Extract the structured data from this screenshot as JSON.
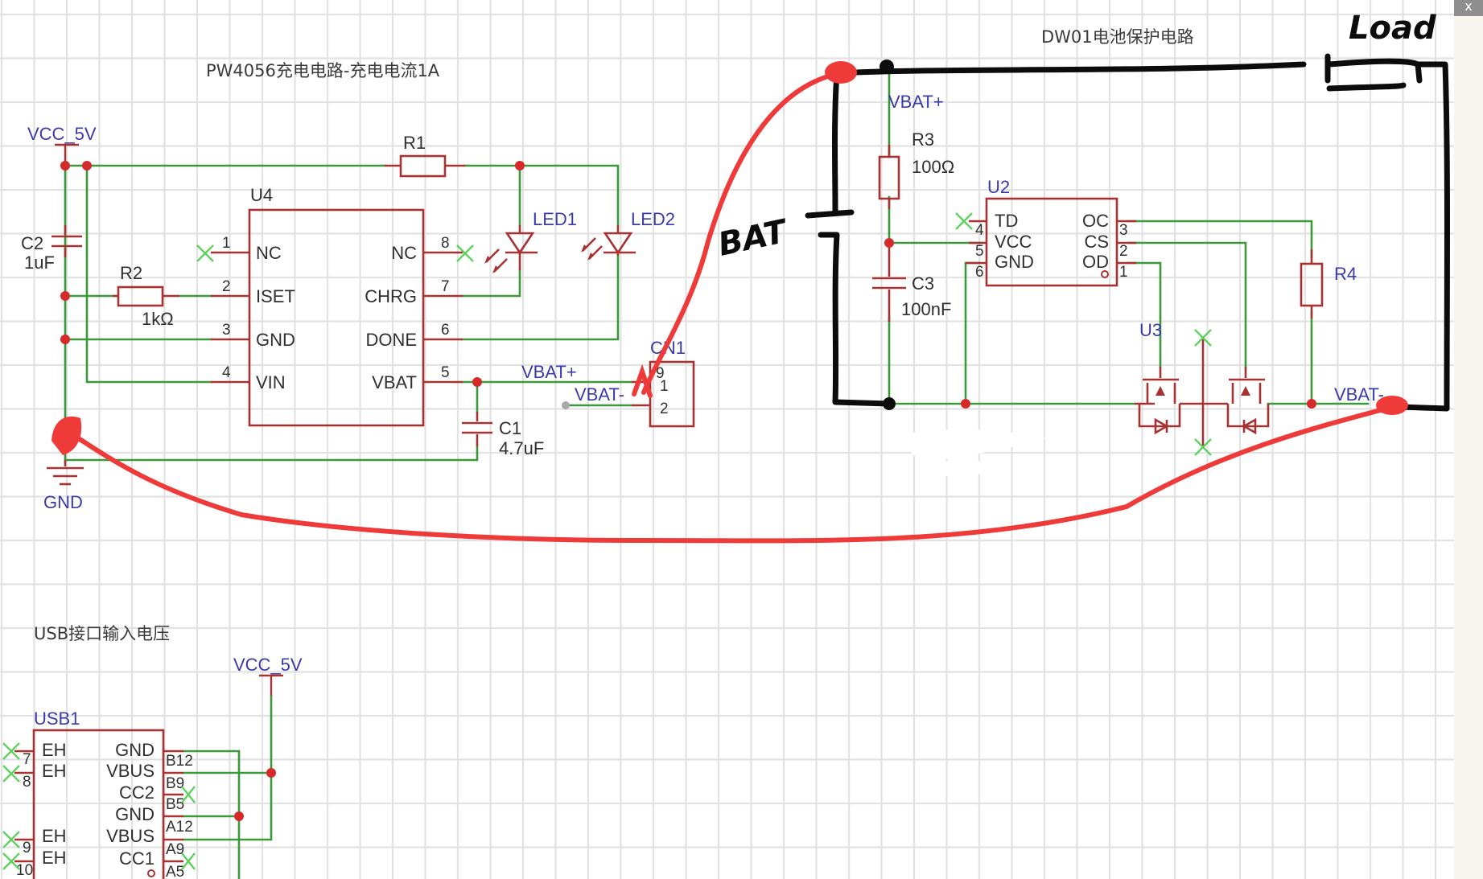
{
  "window": {
    "close_label": "x"
  },
  "sections": {
    "charger_title": "PW4056充电电路-充电电流1A",
    "protection_title": "DW01电池保护电路",
    "usb_title": "USB接口输入电压"
  },
  "nets": {
    "vcc_top": "VCC_5V",
    "vcc_usb": "VCC_5V",
    "gnd": "GND",
    "vbat_plus_left": "VBAT+",
    "vbat_minus_left": "VBAT-",
    "vbat_plus_right": "VBAT+",
    "vbat_minus_right": "VBAT-"
  },
  "components": {
    "C2": {
      "ref": "C2",
      "value": "1uF"
    },
    "R1": {
      "ref": "R1"
    },
    "R2": {
      "ref": "R2",
      "value": "1kΩ"
    },
    "U4": {
      "ref": "U4",
      "left_pins": [
        {
          "num": "1",
          "name": "NC"
        },
        {
          "num": "2",
          "name": "ISET"
        },
        {
          "num": "3",
          "name": "GND"
        },
        {
          "num": "4",
          "name": "VIN"
        }
      ],
      "right_pins": [
        {
          "num": "8",
          "name": "NC"
        },
        {
          "num": "7",
          "name": "CHRG"
        },
        {
          "num": "6",
          "name": "DONE"
        },
        {
          "num": "5",
          "name": "VBAT"
        }
      ]
    },
    "LED1": {
      "ref": "LED1"
    },
    "LED2": {
      "ref": "LED2"
    },
    "C1": {
      "ref": "C1",
      "value": "4.7uF"
    },
    "CN1": {
      "ref": "CN1",
      "pins": [
        "1",
        "2"
      ],
      "extra_pin": "9"
    },
    "R3": {
      "ref": "R3",
      "value": "100Ω"
    },
    "C3": {
      "ref": "C3",
      "value": "100nF"
    },
    "U2": {
      "ref": "U2",
      "left_pins": [
        {
          "num": "4",
          "name": "TD"
        },
        {
          "num": "5",
          "name": "VCC"
        },
        {
          "num": "6",
          "name": "GND"
        }
      ],
      "right_pins": [
        {
          "num": "3",
          "name": "OC"
        },
        {
          "num": "2",
          "name": "CS"
        },
        {
          "num": "1",
          "name": "OD"
        }
      ]
    },
    "U3": {
      "ref": "U3"
    },
    "R4": {
      "ref": "R4"
    },
    "USB1": {
      "ref": "USB1",
      "left_pins": [
        {
          "num": "7",
          "name": "EH"
        },
        {
          "num": "8",
          "name": "EH"
        },
        {
          "num": "9",
          "name": "EH"
        },
        {
          "num": "10",
          "name": "EH"
        }
      ],
      "right_pins": [
        {
          "num": "B12",
          "name": "GND"
        },
        {
          "num": "B9",
          "name": "VBUS"
        },
        {
          "num": "B5",
          "name": "CC2"
        },
        {
          "num": "A12",
          "name": "GND"
        },
        {
          "num": "A9",
          "name": "VBUS"
        },
        {
          "num": "A5",
          "name": "CC1"
        }
      ]
    }
  },
  "annotations": {
    "battery_label": "BAT",
    "load_label": "Load"
  },
  "colors": {
    "wire": "#3a9a3a",
    "part": "#a83232",
    "net_label": "#3b3ba8",
    "annotation_red": "#ef3a3a",
    "annotation_black": "#0c0c0c"
  }
}
